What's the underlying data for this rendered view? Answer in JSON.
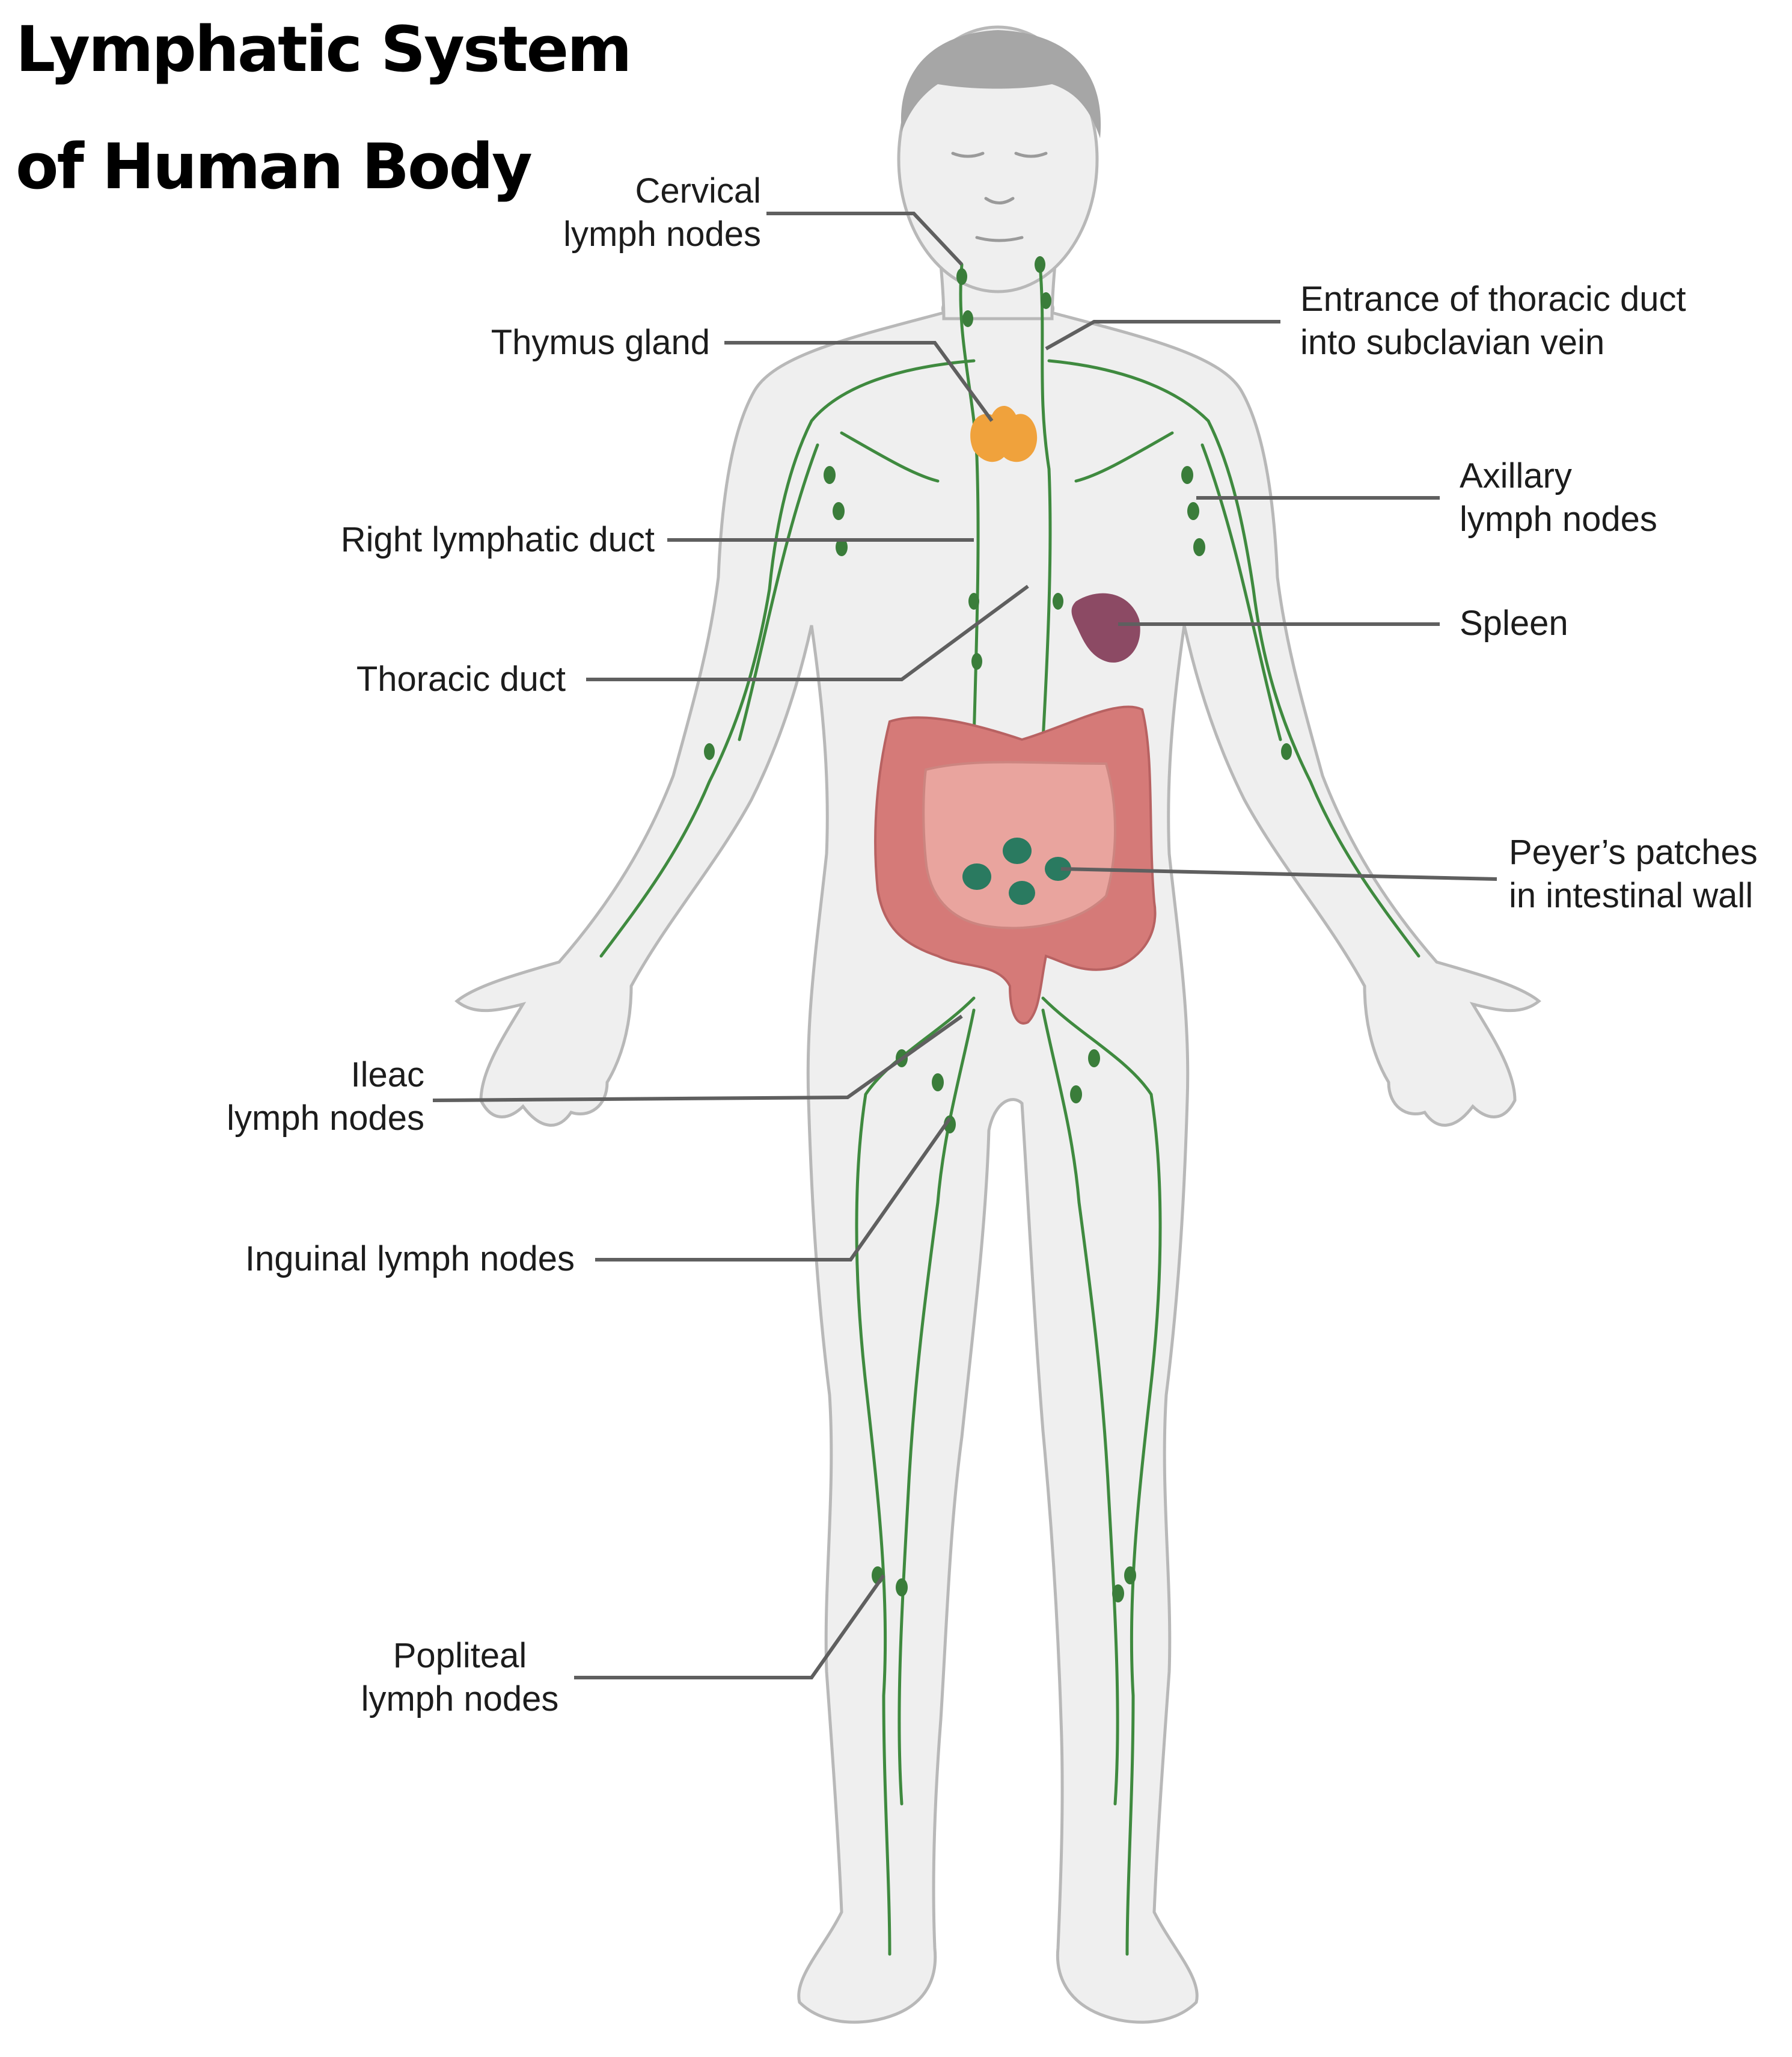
{
  "title": {
    "line1": "Lymphatic System",
    "line2": "of Human Body"
  },
  "labels": {
    "cervical": {
      "line1": "Cervical",
      "line2": "lymph nodes"
    },
    "thymus": {
      "line1": "Thymus gland"
    },
    "right_duct": {
      "line1": "Right lymphatic duct"
    },
    "thoracic": {
      "line1": "Thoracic duct"
    },
    "ileac": {
      "line1": "Ileac",
      "line2": "lymph nodes"
    },
    "inguinal": {
      "line1": "Inguinal lymph nodes"
    },
    "popliteal": {
      "line1": "Popliteal",
      "line2": "lymph nodes"
    },
    "entrance": {
      "line1": "Entrance of thoracic duct",
      "line2": "into subclavian vein"
    },
    "axillary": {
      "line1": "Axillary",
      "line2": "lymph nodes"
    },
    "spleen": {
      "line1": "Spleen"
    },
    "peyers": {
      "line1": "Peyer’s patches",
      "line2": "in intestinal wall"
    }
  },
  "colors": {
    "skin": "#efefef",
    "outline": "#b8b8b8",
    "hair": "#a6a6a6",
    "lymph": "#3f8a3f",
    "node": "#3a7d3a",
    "leader": "#5f5f5f",
    "thymus": "#f0a23c",
    "spleen": "#8c4a64",
    "intestine": "#d98a85",
    "colon": "#d57a78",
    "peyer": "#2a7a60"
  }
}
